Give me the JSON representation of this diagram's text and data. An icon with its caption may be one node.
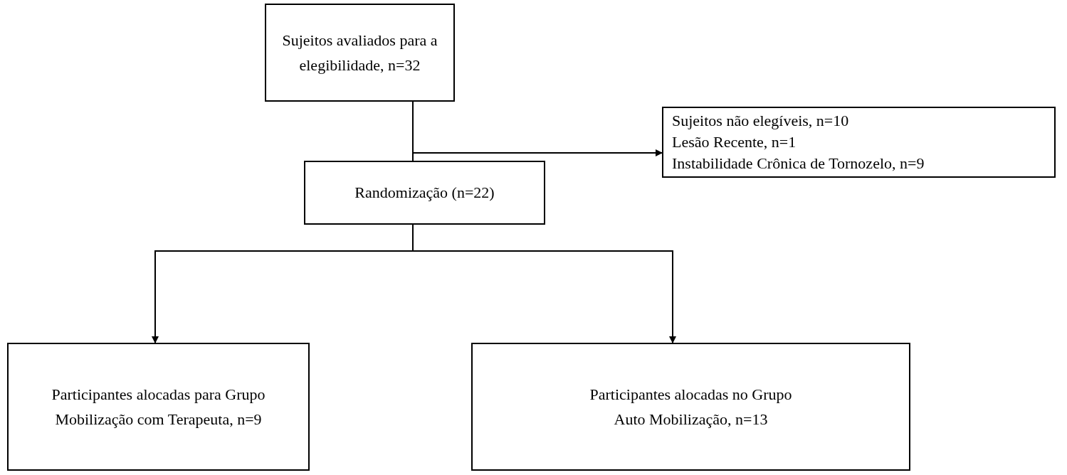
{
  "diagram": {
    "nodes": [
      {
        "text": [
          "Sujeitos avaliados para a elegibilidade, n=32"
        ]
      },
      {
        "text": [
          "Randomização (n=22)"
        ]
      },
      {
        "text": [
          "Sujeitos não elegíveis, n=10",
          "Lesão Recente, n=1",
          "Instabilidade Crônica de Tornozelo, n=9"
        ]
      },
      {
        "text": [
          "Participantes alocadas para Grupo Mobilização com Terapeuta, n=9"
        ]
      },
      {
        "text": [
          "Participantes alocadas no Grupo Auto Mobilização, n=13"
        ]
      }
    ],
    "edges": [
      {
        "from": 0,
        "to": 1,
        "arrow": "none"
      },
      {
        "from": 0,
        "to": 2,
        "arrow": "to"
      },
      {
        "from": 1,
        "to": 3,
        "arrow": "to"
      },
      {
        "from": 1,
        "to": 4,
        "arrow": "to"
      }
    ]
  }
}
